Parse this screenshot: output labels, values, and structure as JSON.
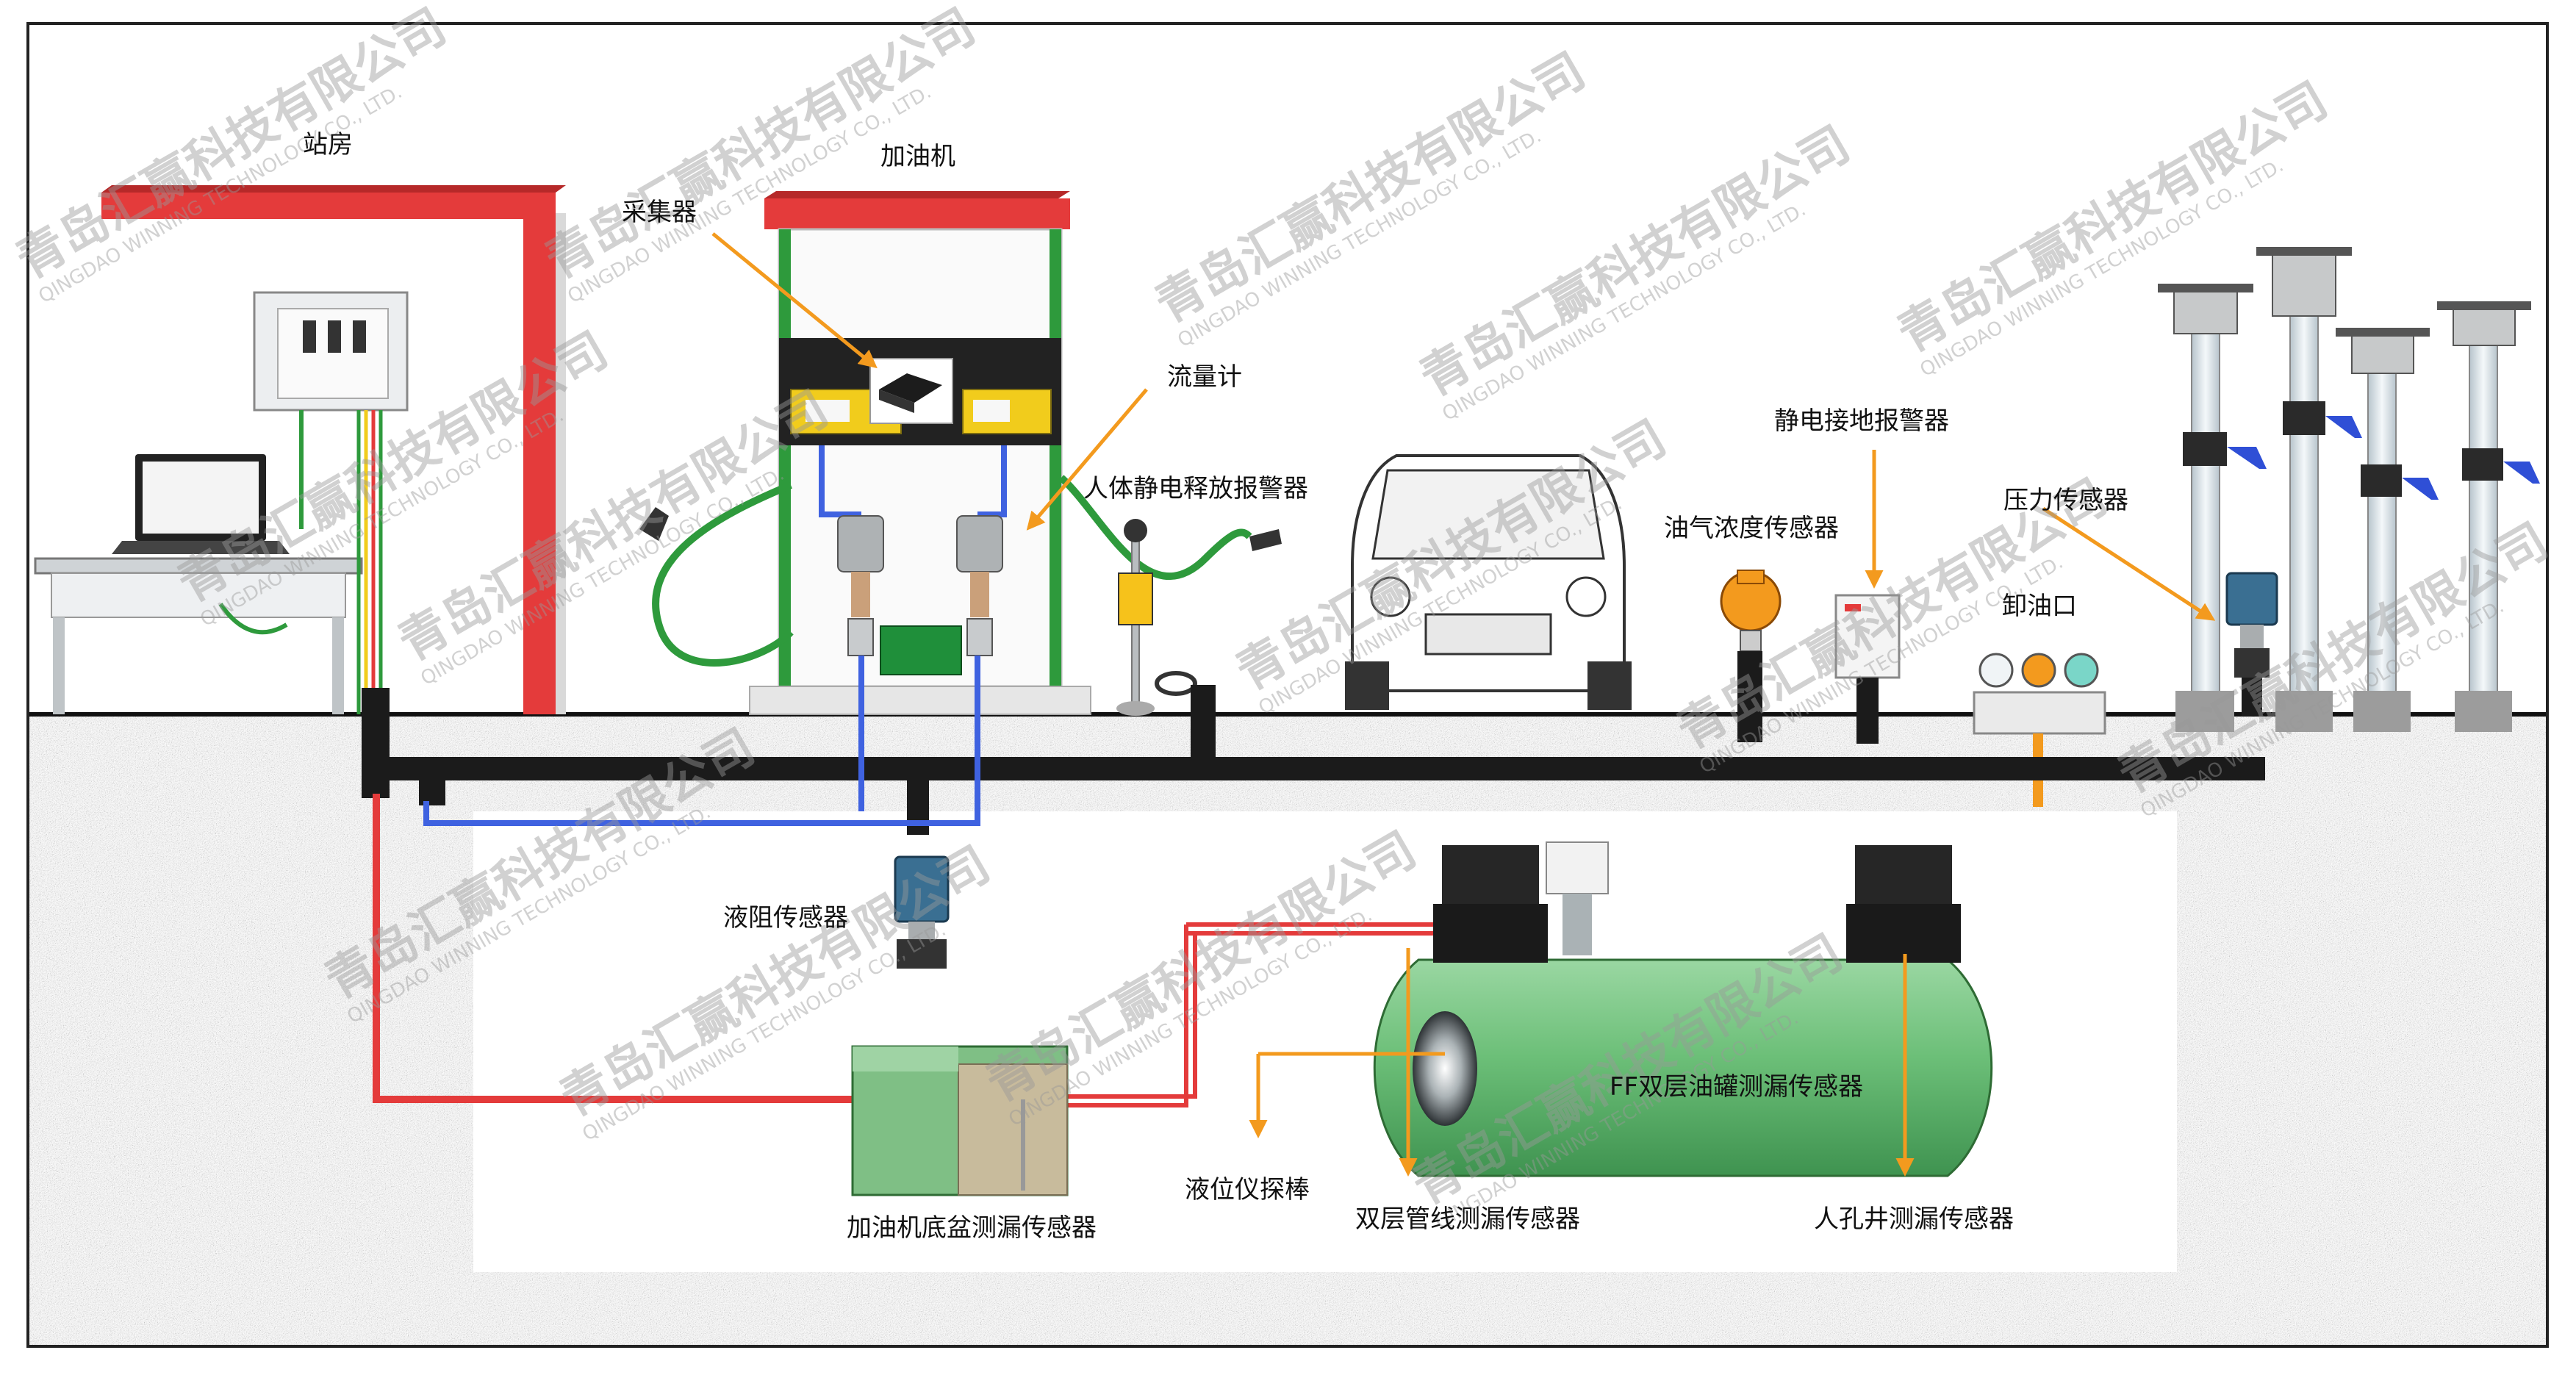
{
  "labels": {
    "station_house": "站房",
    "dispenser": "加油机",
    "collector": "采集器",
    "flowmeter": "流量计",
    "static_discharge_alarm": "人体静电释放报警器",
    "grounding_alarm": "静电接地报警器",
    "vapor_sensor": "油气浓度传感器",
    "pressure_sensor": "压力传感器",
    "unload_port": "卸油口",
    "resistance_sensor": "液阻传感器",
    "tank_sensor": "FF双层油罐测漏传感器",
    "level_probe": "液位仪探棒",
    "sump_sensor": "加油机底盆测漏传感器",
    "pipe_sensor": "双层管线测漏传感器",
    "manhole_sensor": "人孔井测漏传感器"
  },
  "watermark": {
    "cn": "青岛汇赢科技有限公司",
    "en": "QINGDAO WINNING TECHNOLOGY CO., LTD."
  },
  "colors": {
    "accent_arrow": "#f39a1e",
    "canopy_red": "#e43b3b",
    "pipe_black": "#1b1b1b",
    "pipe_blue": "#3f62e0",
    "hose_green": "#2e9a3c",
    "tank_green": "#6fc07a",
    "soil_dark": "#3a3a3a",
    "soil_light": "#c9c9c9"
  }
}
